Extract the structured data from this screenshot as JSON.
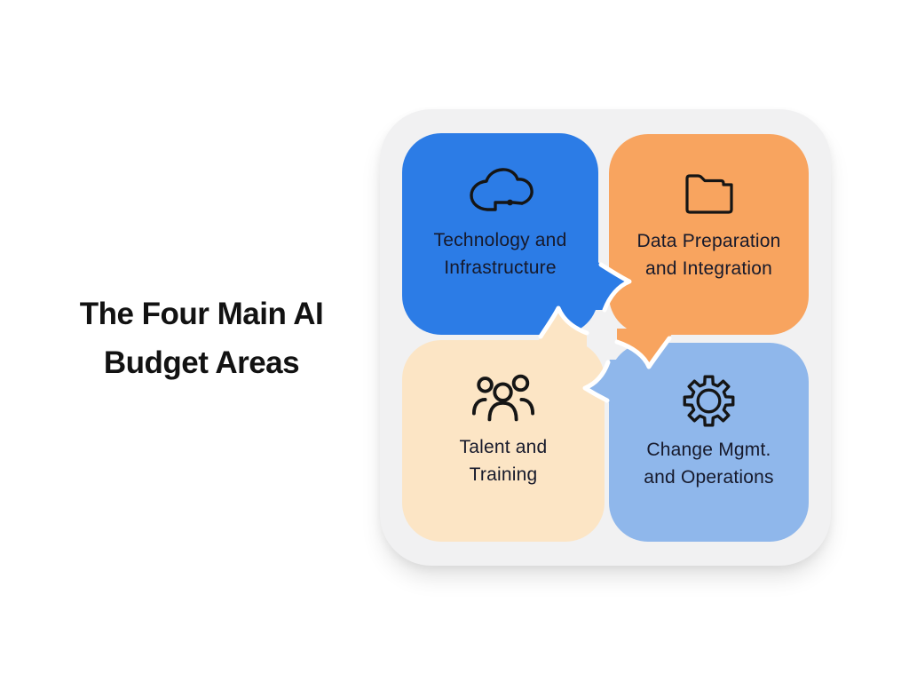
{
  "title": {
    "line1": "The Four Main AI",
    "line2": "Budget Areas"
  },
  "colors": {
    "page_bg": "#ffffff",
    "card_bg": "#f1f1f2",
    "title_text": "#121212",
    "bubble_text": "#16192b",
    "icon_stroke": "#151515",
    "tail_outline": "#ffffff"
  },
  "areas": [
    {
      "id": "technology-infrastructure",
      "icon": "cloud-network-icon",
      "line1": "Technology and",
      "line2": "Infrastructure",
      "color": "#2c7ce6"
    },
    {
      "id": "data-preparation-integration",
      "icon": "folder-icon",
      "line1": "Data Preparation",
      "line2": "and Integration",
      "color": "#f8a45f"
    },
    {
      "id": "talent-training",
      "icon": "people-group-icon",
      "line1": "Talent and",
      "line2": "Training",
      "color": "#fce5c5"
    },
    {
      "id": "change-mgmt-operations",
      "icon": "gear-icon",
      "line1": "Change Mgmt.",
      "line2": "and Operations",
      "color": "#8fb7eb"
    }
  ]
}
